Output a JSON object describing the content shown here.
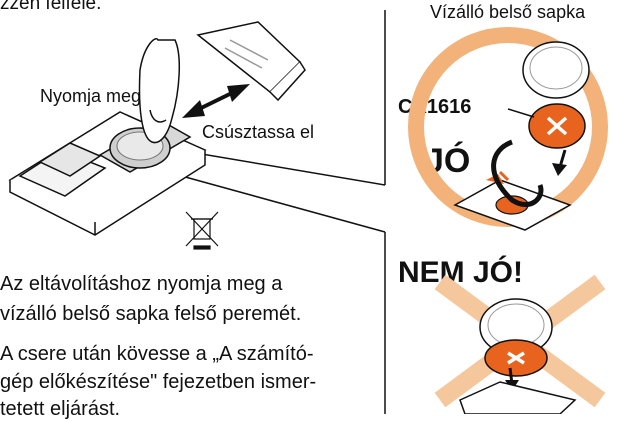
{
  "top_fragment": "zzen felfelé.",
  "labels": {
    "push": "Nyomja meg",
    "slide": "Csúsztassa el",
    "inner_cap": "Vízálló belső sapka",
    "battery_type": "CR1616",
    "correct": "JÓ",
    "incorrect": "NEM JÓ!"
  },
  "instructions": {
    "line1": "Az eltávolításhoz nyomja meg a",
    "line2": "vízálló belső sapka felső peremét.",
    "line3": "A csere után kövesse a „A számító-",
    "line4": "gép előkészítése\" fejezetben ismer-",
    "line5": "tetett eljárást."
  },
  "colors": {
    "accent_orange": "#e8641e",
    "ring_orange": "#f2b27a",
    "cross_orange": "#f4c79c"
  },
  "icons": [
    "finger-icon",
    "device-icon",
    "battery-icon",
    "cap-icon",
    "slide-arrow-icon",
    "insert-arrow-icon",
    "weee-bin-icon",
    "cross-icon"
  ]
}
